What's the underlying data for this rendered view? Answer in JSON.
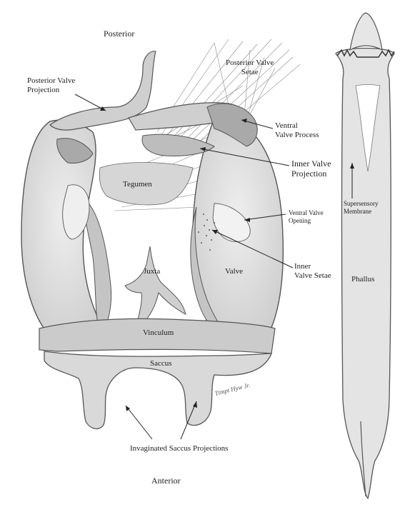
{
  "orientation": {
    "top": "Posterior",
    "bottom": "Anterior"
  },
  "labels": {
    "posterior_valve_projection": "Posterior Valve\nProjection",
    "posterior_valve_setae": "Posterior Valve\nSetae",
    "ventral_valve_process": "Ventral\nValve Process",
    "inner_valve_projection": "Inner Valve\nProjection",
    "tegumen": "Tegumen",
    "ventral_valve_opening": "Ventral Valve\nOpening",
    "inner_valve_setae": "Inner\nValve Setae",
    "juxta": "Juxta",
    "valve": "Valve",
    "vinculum": "Vinculum",
    "saccus": "Saccus",
    "invaginated_saccus_projections": "Invaginated Saccus Projections",
    "supersensory_membrane": "Supersensory\nMembrane",
    "phallus": "Phallus"
  },
  "signature": "Ttmpt Hyw Jr.",
  "colors": {
    "tissue": "#e2e2e2",
    "tissue_dark": "#b9b9b9",
    "outline": "#555555",
    "line": "#222222"
  }
}
